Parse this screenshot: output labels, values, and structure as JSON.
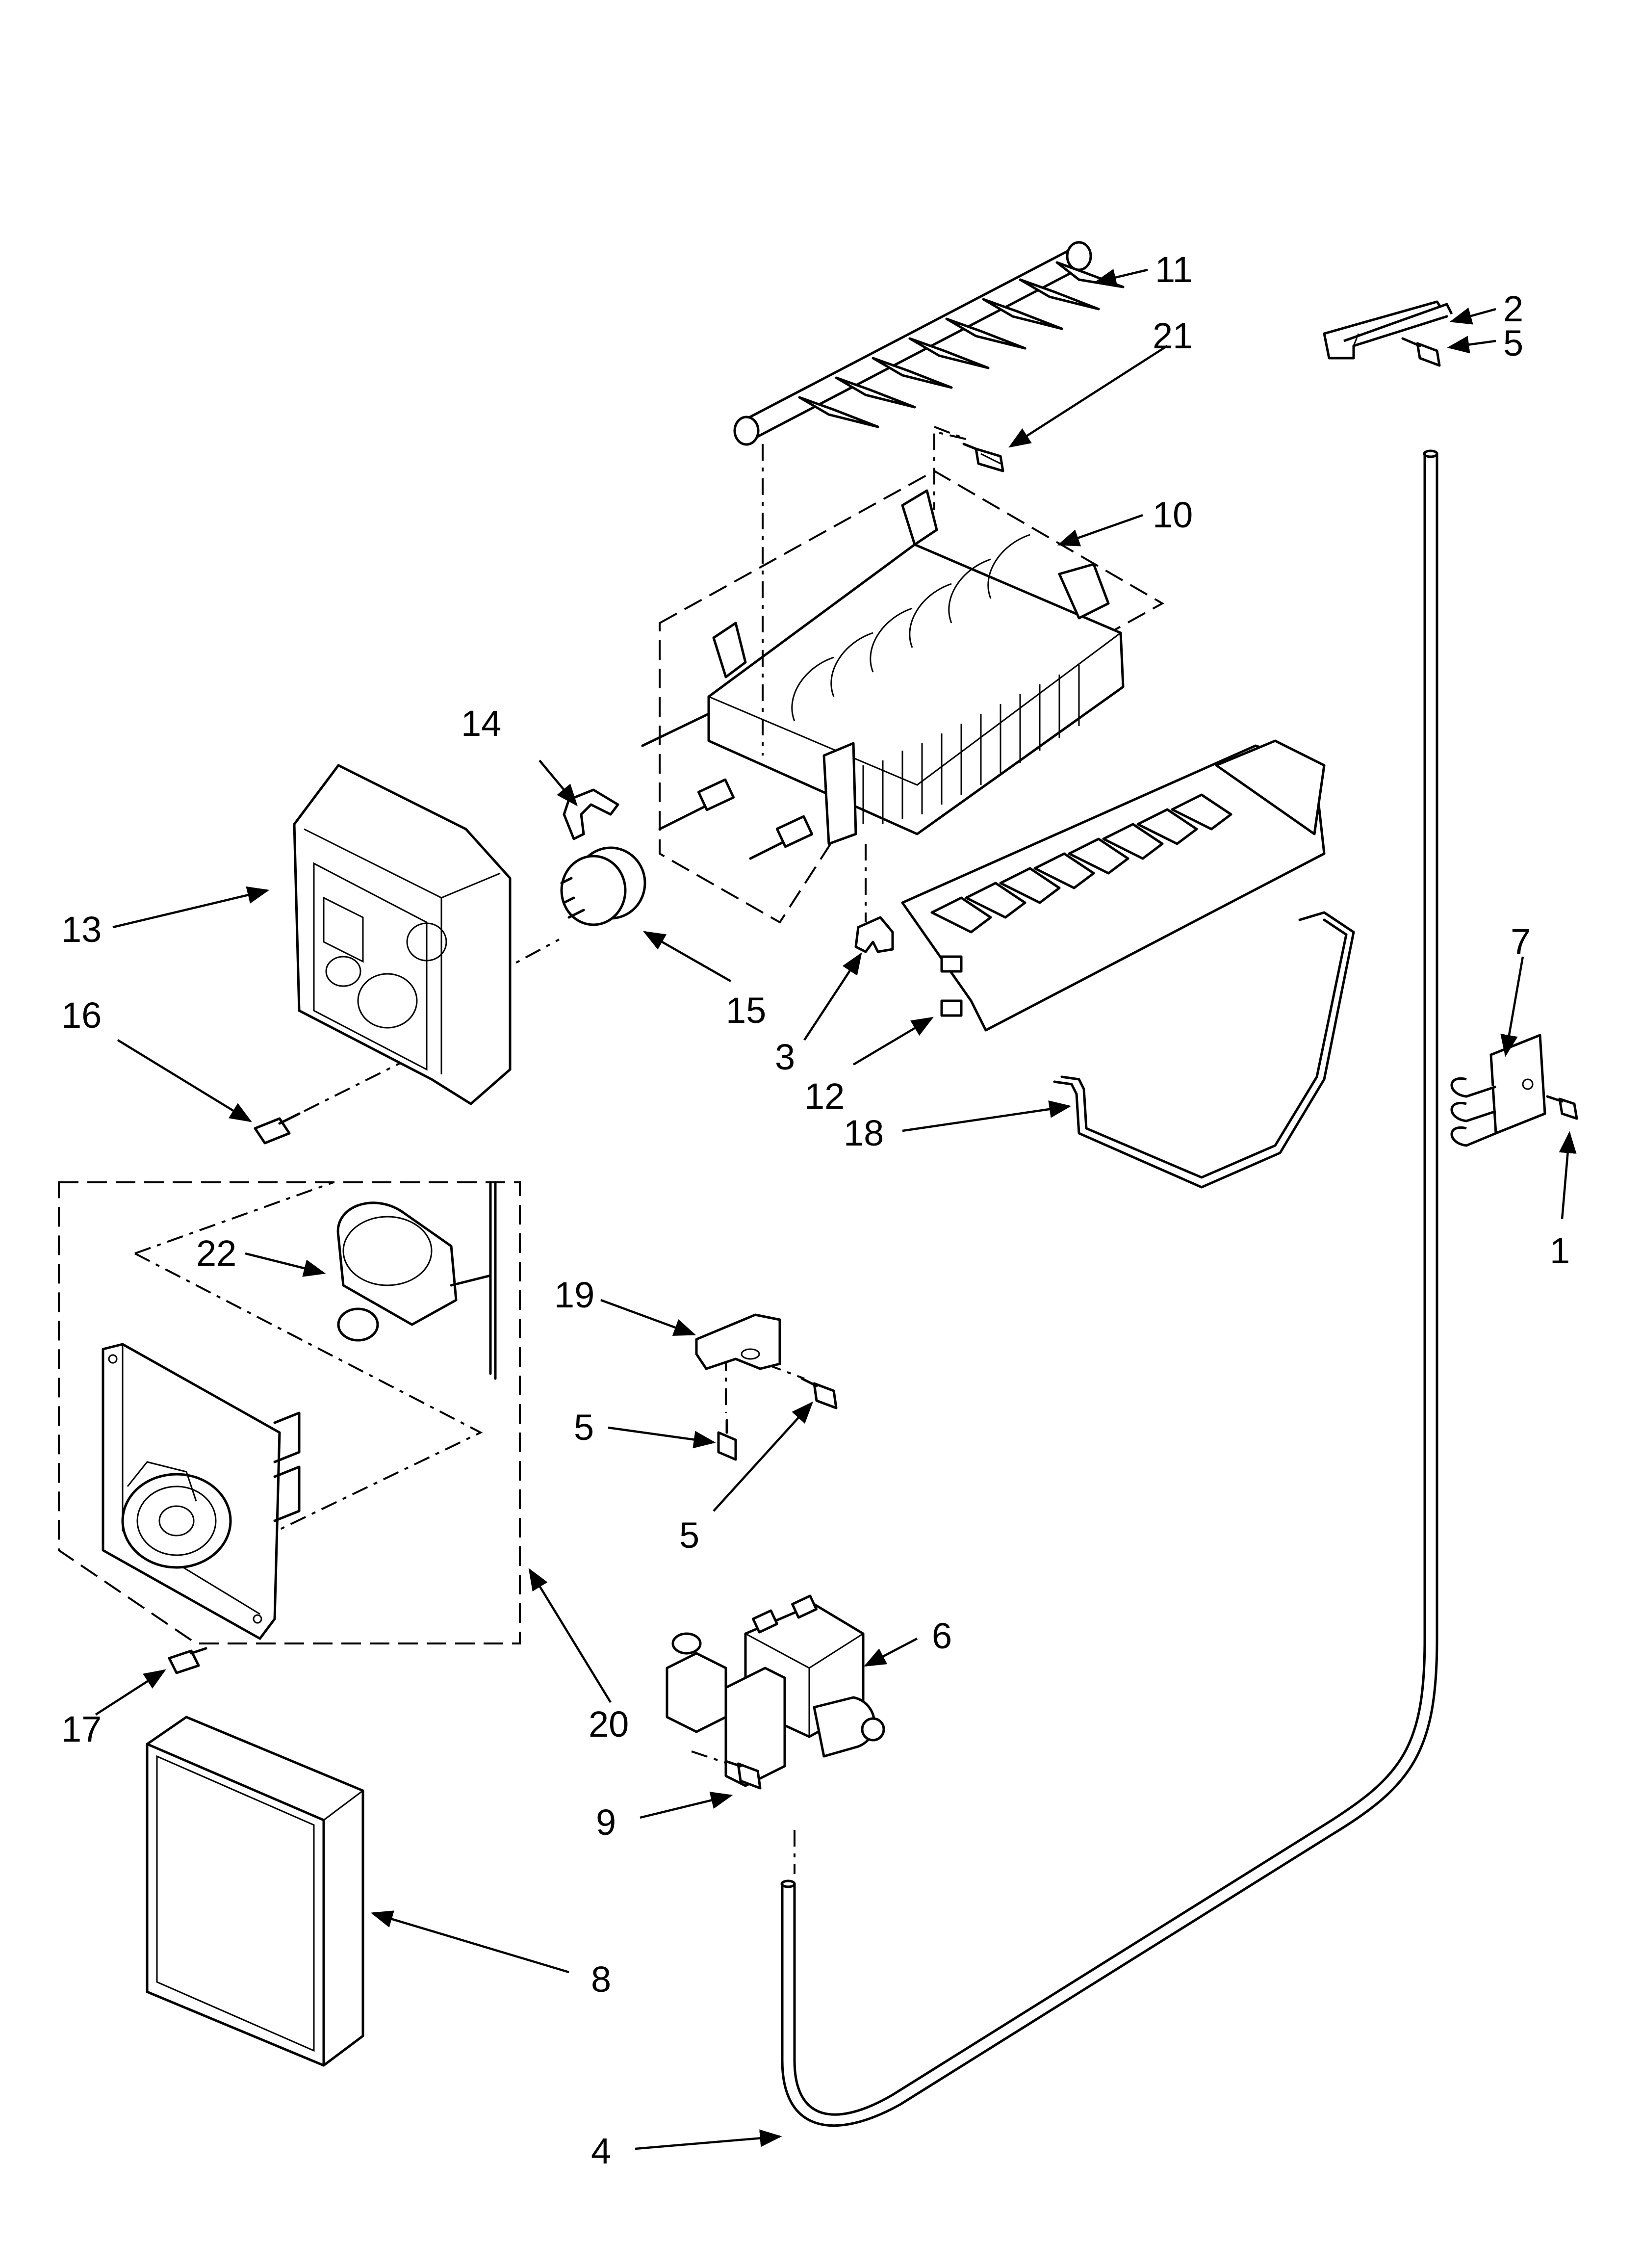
{
  "callouts": [
    {
      "id": "1",
      "label": "1"
    },
    {
      "id": "2",
      "label": "2"
    },
    {
      "id": "3",
      "label": "3"
    },
    {
      "id": "4",
      "label": "4"
    },
    {
      "id": "5a",
      "label": "5"
    },
    {
      "id": "5b",
      "label": "5"
    },
    {
      "id": "5c",
      "label": "5"
    },
    {
      "id": "6",
      "label": "6"
    },
    {
      "id": "7",
      "label": "7"
    },
    {
      "id": "8",
      "label": "8"
    },
    {
      "id": "9",
      "label": "9"
    },
    {
      "id": "10",
      "label": "10"
    },
    {
      "id": "11",
      "label": "11"
    },
    {
      "id": "12",
      "label": "12"
    },
    {
      "id": "13",
      "label": "13"
    },
    {
      "id": "14",
      "label": "14"
    },
    {
      "id": "15",
      "label": "15"
    },
    {
      "id": "16",
      "label": "16"
    },
    {
      "id": "17",
      "label": "17"
    },
    {
      "id": "18",
      "label": "18"
    },
    {
      "id": "19",
      "label": "19"
    },
    {
      "id": "20",
      "label": "20"
    },
    {
      "id": "21",
      "label": "21"
    },
    {
      "id": "22",
      "label": "22"
    }
  ]
}
